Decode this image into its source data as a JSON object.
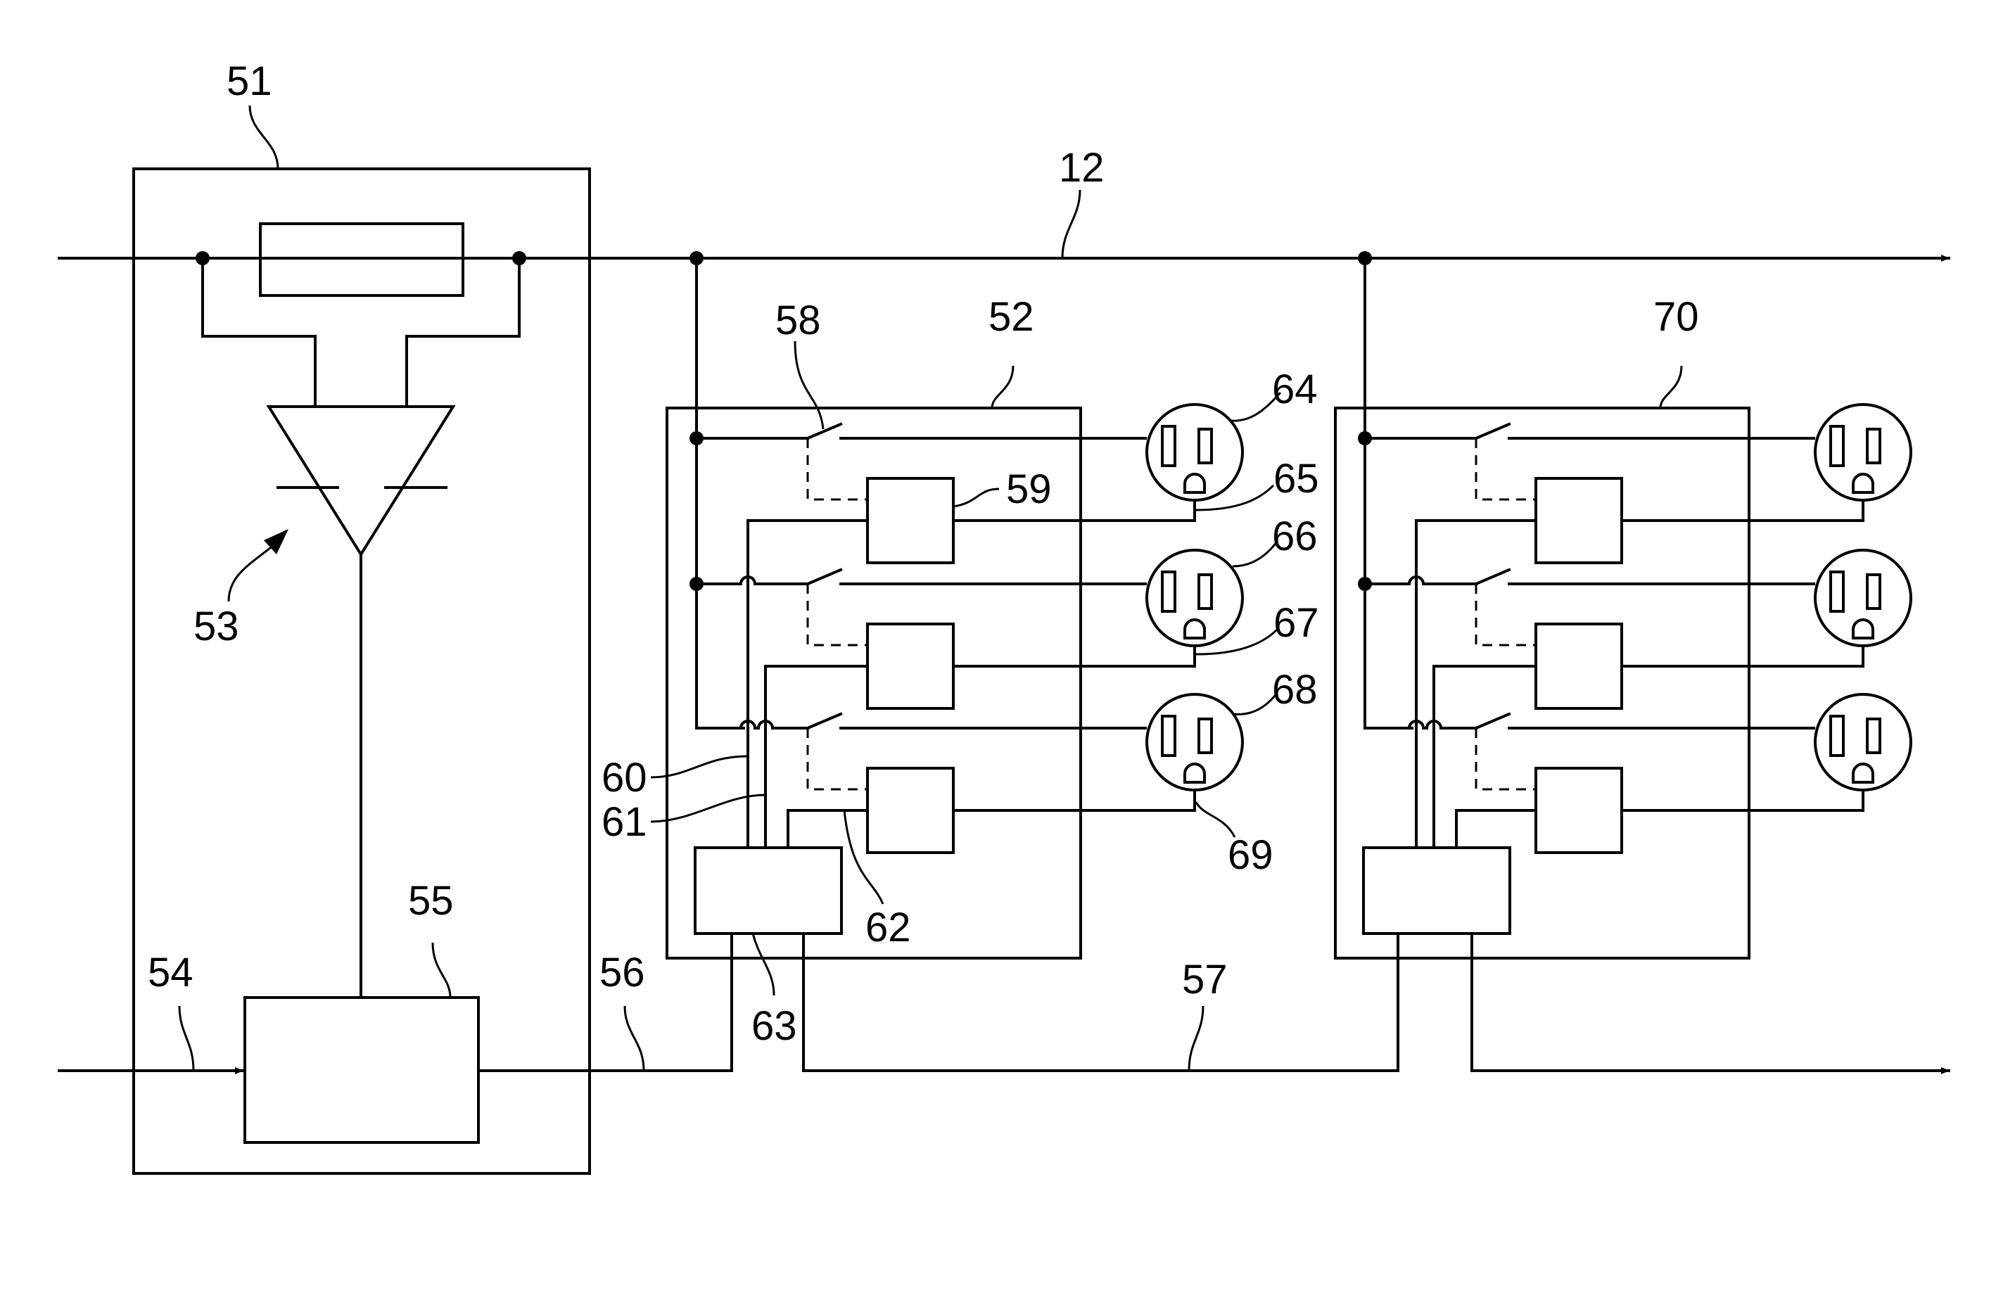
{
  "labels": {
    "l12": "12",
    "l51": "51",
    "l52": "52",
    "l53": "53",
    "l54": "54",
    "l55": "55",
    "l56": "56",
    "l57": "57",
    "l58": "58",
    "l59": "59",
    "l60": "60",
    "l61": "61",
    "l62": "62",
    "l63": "63",
    "l64": "64",
    "l65": "65",
    "l66": "66",
    "l67": "67",
    "l68": "68",
    "l69": "69",
    "l70": "70"
  }
}
